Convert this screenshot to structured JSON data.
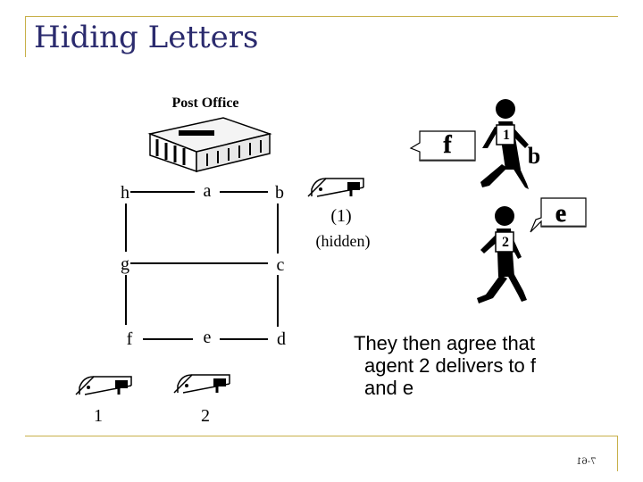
{
  "title": "Hiding Letters",
  "post_office_label": "Post Office",
  "grid_nodes": {
    "h": "h",
    "a": "a",
    "b": "b",
    "g": "g",
    "c": "c",
    "f": "f",
    "e": "e",
    "d": "d"
  },
  "mailboxes": {
    "agent1_label": "1",
    "agent2_label": "2",
    "hidden_count_label": "(1)",
    "hidden_label": "(hidden)"
  },
  "agents": {
    "agent1_number": "1",
    "agent2_number": "2",
    "agent1_bubble": "f",
    "agent1_letter": "b",
    "agent2_bubble": "e"
  },
  "body_text": {
    "line1": "They then agree that",
    "line2": "agent 2 delivers to f",
    "line3": "and e"
  },
  "page_number": "7-61"
}
